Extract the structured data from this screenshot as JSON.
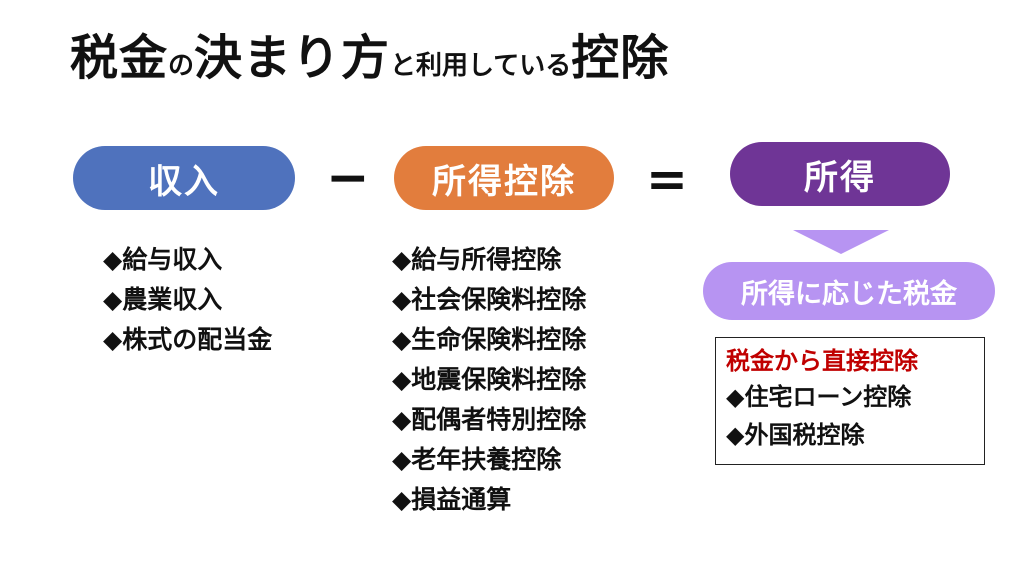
{
  "title": {
    "part1": "税金",
    "part2": "の",
    "part3": "決まり方",
    "part4": "と利用している",
    "part5": "控除"
  },
  "equation": {
    "term1": "収入",
    "minus": "−",
    "term2": "所得控除",
    "equals": "=",
    "term3": "所得"
  },
  "colors": {
    "income": "#4f72bd",
    "deduction": "#e27d3d",
    "result": "#6f3596",
    "tax_label": "#b794f2",
    "red_heading": "#c00000"
  },
  "income_items": [
    "◆給与収入",
    "◆農業収入",
    "◆株式の配当金"
  ],
  "deduction_items": [
    "◆給与所得控除",
    "◆社会保険料控除",
    "◆生命保険料控除",
    "◆地震保険料控除",
    "◆配偶者特別控除",
    "◆老年扶養控除",
    "◆損益通算"
  ],
  "tax_label": "所得に応じた税金",
  "tax_credit": {
    "heading": "税金から直接控除",
    "items": [
      "◆住宅ローン控除",
      "◆外国税控除"
    ]
  }
}
